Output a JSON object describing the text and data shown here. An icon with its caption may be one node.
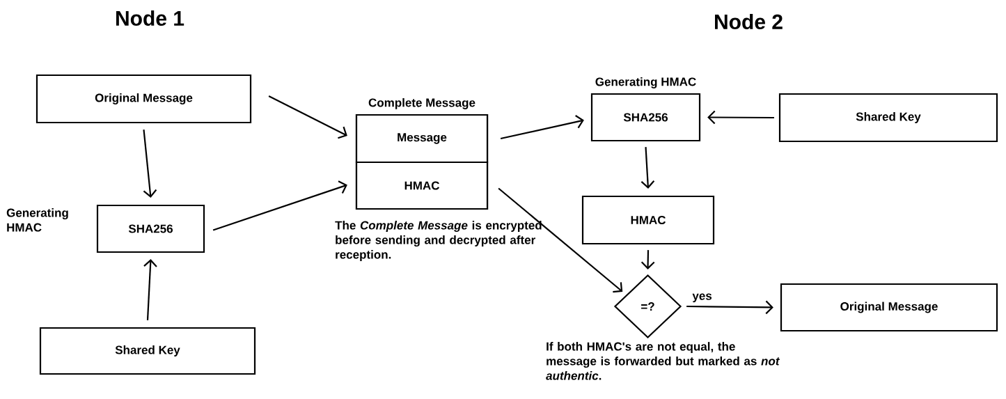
{
  "diagram": {
    "nodes": [
      {
        "text": [
          "Original Message"
        ]
      },
      {
        "text": [
          "SHA256"
        ],
        "beside": [
          "Generating HMAC"
        ]
      },
      {
        "text": [
          "Shared Key"
        ]
      },
      {
        "text": [
          "Complete Message"
        ],
        "beside": [
          "The *Complete Message* is encrypted before sending and decrypted after reception."
        ]
      },
      {
        "text": [
          "Message"
        ],
        "in": 3
      },
      {
        "text": [
          "HMAC"
        ],
        "in": 3
      },
      {
        "text": [
          "Generating HMAC",
          "SHA256"
        ]
      },
      {
        "text": [
          "Shared Key"
        ]
      },
      {
        "text": [
          "HMAC"
        ]
      },
      {
        "text": [
          "=?"
        ],
        "beside": [
          "If both HMAC's are not equal, the message is forwarded but marked as *not authentic*."
        ]
      },
      {
        "text": [
          "Original Message"
        ]
      }
    ],
    "edges": [
      {
        "from": 0,
        "to": 1,
        "arrow": "to"
      },
      {
        "from": 2,
        "to": 1,
        "arrow": "to"
      },
      {
        "from": 0,
        "to": 4,
        "arrow": "to"
      },
      {
        "from": 1,
        "to": 5,
        "arrow": "to"
      },
      {
        "from": 4,
        "to": 6,
        "arrow": "to"
      },
      {
        "from": 7,
        "to": 6,
        "arrow": "to"
      },
      {
        "from": 6,
        "to": 8,
        "arrow": "to"
      },
      {
        "from": 8,
        "to": 9,
        "arrow": "to"
      },
      {
        "from": 5,
        "to": 9,
        "arrow": "to"
      },
      {
        "from": 9,
        "to": 10,
        "arrow": "to",
        "label": "yes"
      }
    ],
    "labels": [
      "Node 1",
      "Node 2"
    ]
  }
}
